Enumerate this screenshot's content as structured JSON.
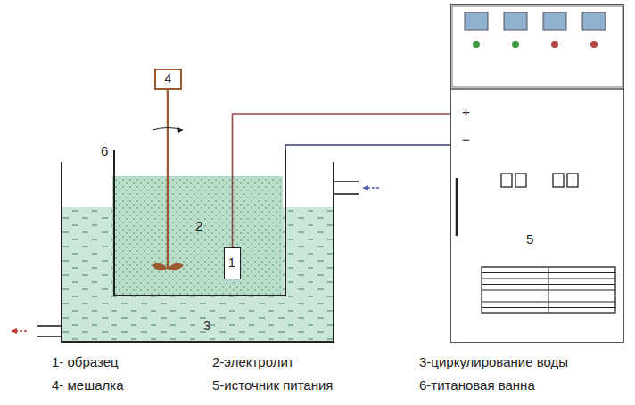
{
  "diagram": {
    "nodes": [
      {
        "text": [
          "3"
        ]
      },
      {
        "text": [
          "6",
          "2"
        ],
        "in": 0
      },
      {
        "text": [
          "1"
        ],
        "in": 1
      },
      {
        "text": [
          "4"
        ]
      },
      {
        "text": [
          "+",
          "−",
          "5"
        ]
      }
    ],
    "edges": [
      {
        "from": 4,
        "to": 2,
        "arrow": "none"
      },
      {
        "from": 4,
        "to": 1,
        "arrow": "none"
      }
    ],
    "labels": [
      "1- образец",
      "2-электролит",
      "3-циркулирование воды",
      "4- мешалка",
      "5-источник питания",
      "6-титановая ванна"
    ]
  }
}
